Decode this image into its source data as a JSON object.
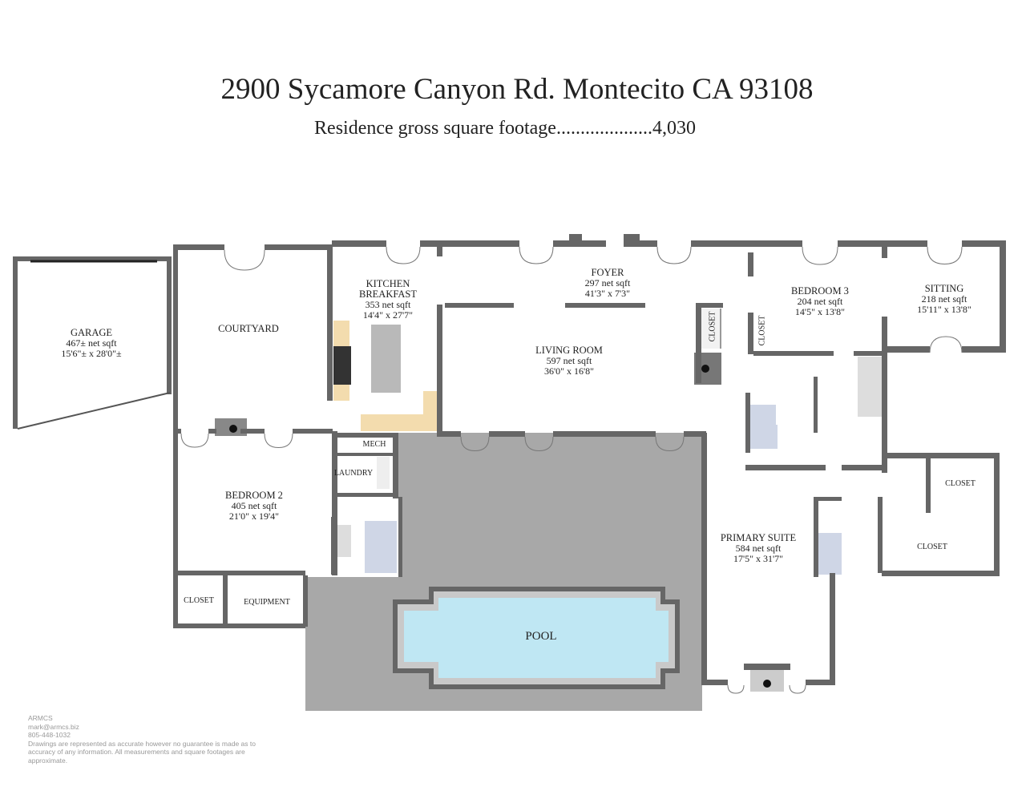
{
  "header": {
    "title": "2900 Sycamore Canyon Rd. Montecito CA 93108",
    "subtitle": "Residence gross square footage....................4,030"
  },
  "rooms": {
    "garage": {
      "name": "GARAGE",
      "area": "467± net sqft",
      "dims": "15'6\"± x 28'0\"±"
    },
    "courtyard": {
      "name": "COURTYARD"
    },
    "kitchen": {
      "name1": "KITCHEN",
      "name2": "BREAKFAST",
      "area": "353 net sqft",
      "dims": "14'4\" x 27'7\""
    },
    "foyer": {
      "name": "FOYER",
      "area": "297 net sqft",
      "dims": "41'3\" x 7'3\""
    },
    "living": {
      "name": "LIVING ROOM",
      "area": "597 net sqft",
      "dims": "36'0\" x 16'8\""
    },
    "bedroom3": {
      "name": "BEDROOM 3",
      "area": "204 net sqft",
      "dims": "14'5\" x 13'8\""
    },
    "sitting": {
      "name": "SITTING",
      "area": "218 net sqft",
      "dims": "15'11\" x 13'8\""
    },
    "bedroom2": {
      "name": "BEDROOM 2",
      "area": "405 net sqft",
      "dims": "21'0\" x 19'4\""
    },
    "primary": {
      "name": "PRIMARY SUITE",
      "area": "584 net sqft",
      "dims": "17'5\" x 31'7\""
    },
    "mech": {
      "name": "MECH"
    },
    "laundry": {
      "name": "LAUNDRY"
    },
    "closet_living": {
      "name": "CLOSET"
    },
    "closet_bed3": {
      "name": "CLOSET"
    },
    "closet_bed2": {
      "name": "CLOSET"
    },
    "equipment": {
      "name": "EQUIPMENT"
    },
    "closet_primary_1": {
      "name": "CLOSET"
    },
    "closet_primary_2": {
      "name": "CLOSET"
    },
    "pool": {
      "name": "POOL"
    }
  },
  "footer": {
    "company": "ARMCS",
    "email": "mark@armcs.biz",
    "phone": "805-448-1032",
    "disclaimer": "Drawings are represented as accurate however no guarantee is made as to accuracy of any information. All measurements and square footages are approximate."
  },
  "colors": {
    "wall": "#666666",
    "deck": "#a8a8a8",
    "water": "#bfe7f3",
    "counter": "#f3dcae",
    "granite": "#b9b9b9"
  }
}
